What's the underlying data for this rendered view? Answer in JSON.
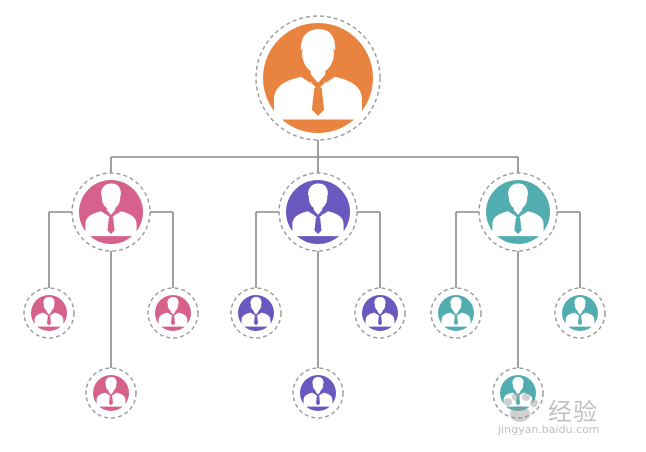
{
  "colors": {
    "root": "#E8843F",
    "pink": "#D5618C",
    "purple": "#6B58BE",
    "teal": "#52ADB1",
    "line": "#888888",
    "dash": "#999999"
  },
  "tree": {
    "icon": "person-icon",
    "color": "root",
    "children": [
      {
        "icon": "person-icon",
        "color": "pink",
        "children": [
          {
            "icon": "person-icon",
            "color": "pink"
          },
          {
            "icon": "person-icon",
            "color": "pink"
          },
          {
            "icon": "person-icon",
            "color": "pink"
          }
        ]
      },
      {
        "icon": "person-icon",
        "color": "purple",
        "children": [
          {
            "icon": "person-icon",
            "color": "purple"
          },
          {
            "icon": "person-icon",
            "color": "purple"
          },
          {
            "icon": "person-icon",
            "color": "purple"
          }
        ]
      },
      {
        "icon": "person-icon",
        "color": "teal",
        "children": [
          {
            "icon": "person-icon",
            "color": "teal"
          },
          {
            "icon": "person-icon",
            "color": "teal"
          },
          {
            "icon": "person-icon",
            "color": "teal"
          }
        ]
      }
    ]
  },
  "watermark": {
    "text": "经验",
    "url": "jingyan.baidu.com",
    "icon": "paw-icon"
  }
}
